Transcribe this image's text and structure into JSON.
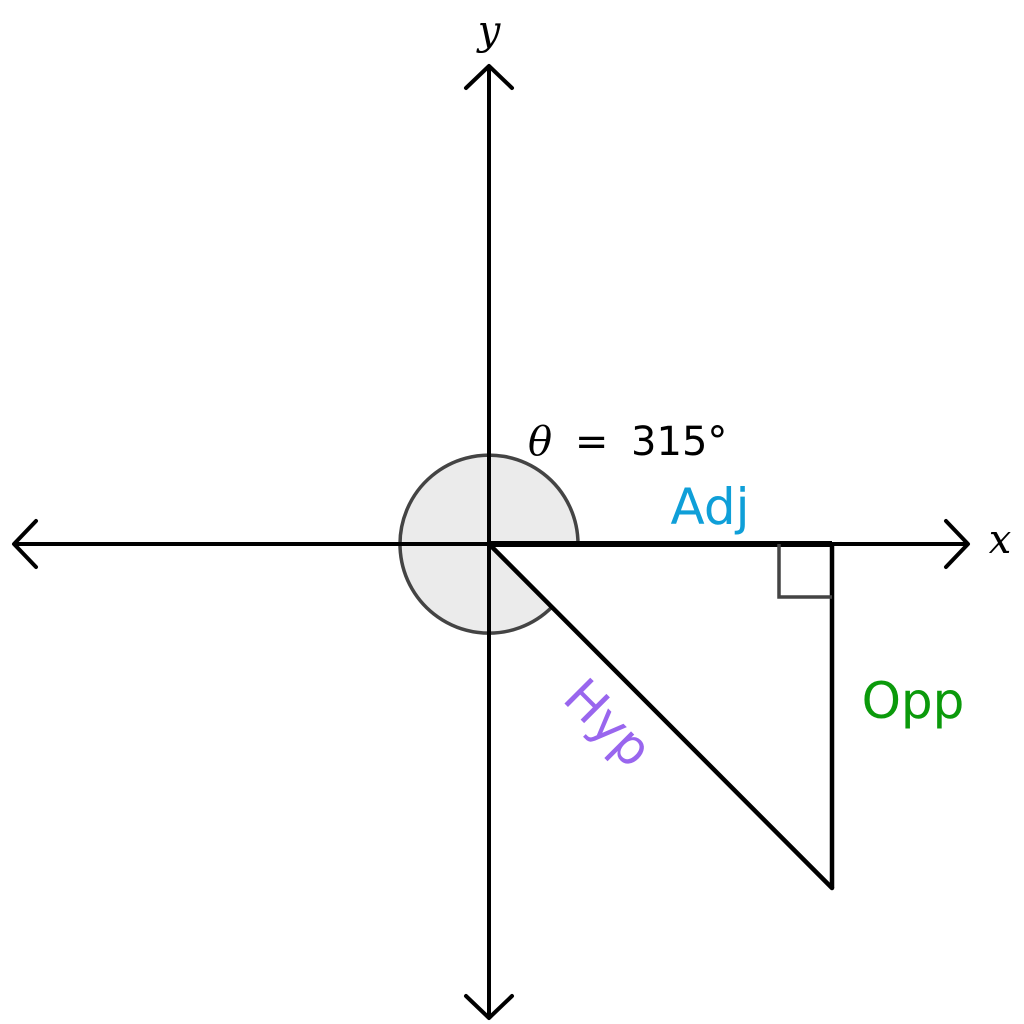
{
  "axes": {
    "x_label": "x",
    "y_label": "y"
  },
  "angle": {
    "symbol": "θ",
    "equals": "=",
    "value": "315°",
    "degrees": 315,
    "fill_color": "#ebebeb",
    "stroke_color": "#444444"
  },
  "triangle": {
    "adjacent_label": "Adj",
    "opposite_label": "Opp",
    "hypotenuse_label": "Hyp",
    "colors": {
      "adjacent": "#0f9fd8",
      "opposite": "#0b9a0b",
      "hypotenuse": "#9966ee"
    }
  }
}
